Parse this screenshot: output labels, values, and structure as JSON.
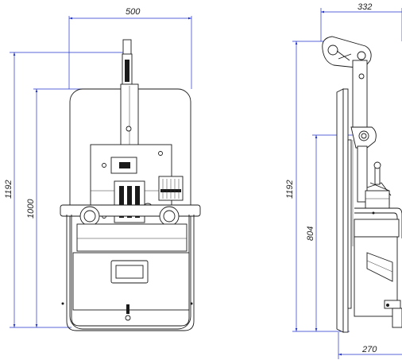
{
  "front_view": {
    "width_label": "500",
    "height_label": "1192",
    "plate_height_label": "1000"
  },
  "side_view": {
    "depth_label": "332",
    "height_label": "1192",
    "pivot_height_label": "804",
    "base_depth_label": "270"
  },
  "colors": {
    "dimension_lines": "#2233cc",
    "outline": "#1a1a1a"
  }
}
